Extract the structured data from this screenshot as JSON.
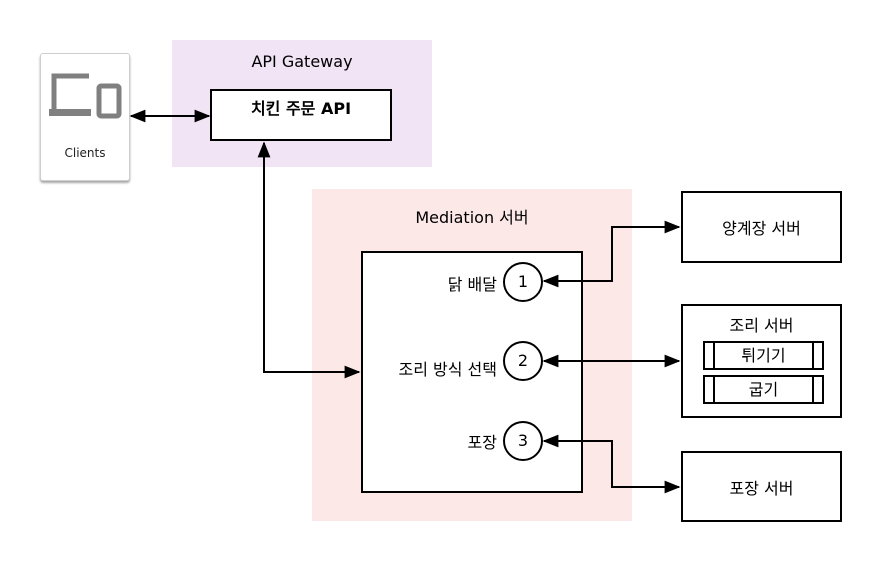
{
  "clients": {
    "label": "Clients",
    "icon": "devices-icon"
  },
  "gateway": {
    "title": "API Gateway",
    "api_label": "치킨 주문 API"
  },
  "mediation": {
    "title": "Mediation 서버",
    "steps": [
      {
        "number": "1",
        "label": "닭 배달"
      },
      {
        "number": "2",
        "label": "조리 방식 선택"
      },
      {
        "number": "3",
        "label": "포장"
      }
    ]
  },
  "servers": {
    "farm": {
      "label": "양계장 서버"
    },
    "cook": {
      "title": "조리 서버",
      "methods": [
        "튀기기",
        "굽기"
      ]
    },
    "pack": {
      "label": "포장 서버"
    }
  },
  "colors": {
    "gateway_bg": "#f1e4f4",
    "mediation_bg": "#fde8e8",
    "icon_gray": "#808080"
  }
}
